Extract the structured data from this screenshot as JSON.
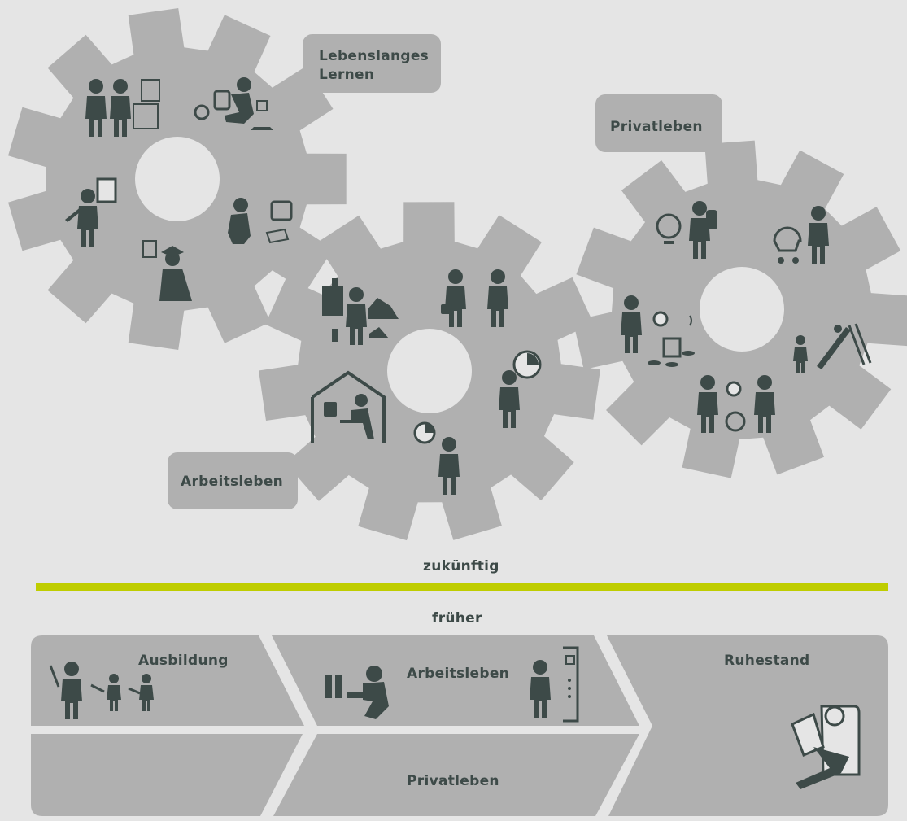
{
  "colors": {
    "background": "#e5e5e5",
    "gear": "#b0b0b0",
    "figure": "#3d4a48",
    "divider": "#bfcd00"
  },
  "gears": {
    "learning_label": "Lebenslanges Lernen",
    "work_label": "Arbeitsleben",
    "private_label": "Privatleben"
  },
  "timeline": {
    "future_label": "zukünftig",
    "past_label": "früher",
    "education_label": "Ausbildung",
    "work_label": "Arbeitsleben",
    "retirement_label": "Ruhestand",
    "private_label": "Privatleben"
  },
  "icons": [
    "workers-at-machine-icon",
    "child-reading-icon",
    "teacher-with-chart-icon",
    "graduate-with-certificate-icon",
    "child-at-computer-icon",
    "factory-worker-icon",
    "business-people-icon",
    "home-office-icon",
    "clock-icon",
    "person-with-clock-icon",
    "traveler-with-globe-icon",
    "parent-with-stroller-icon",
    "cooking-family-icon",
    "child-on-slide-icon",
    "caregiver-wheelchair-icon",
    "teacher-with-pupils-icon",
    "office-worker-icon",
    "machine-operator-icon",
    "retiree-reading-icon"
  ]
}
